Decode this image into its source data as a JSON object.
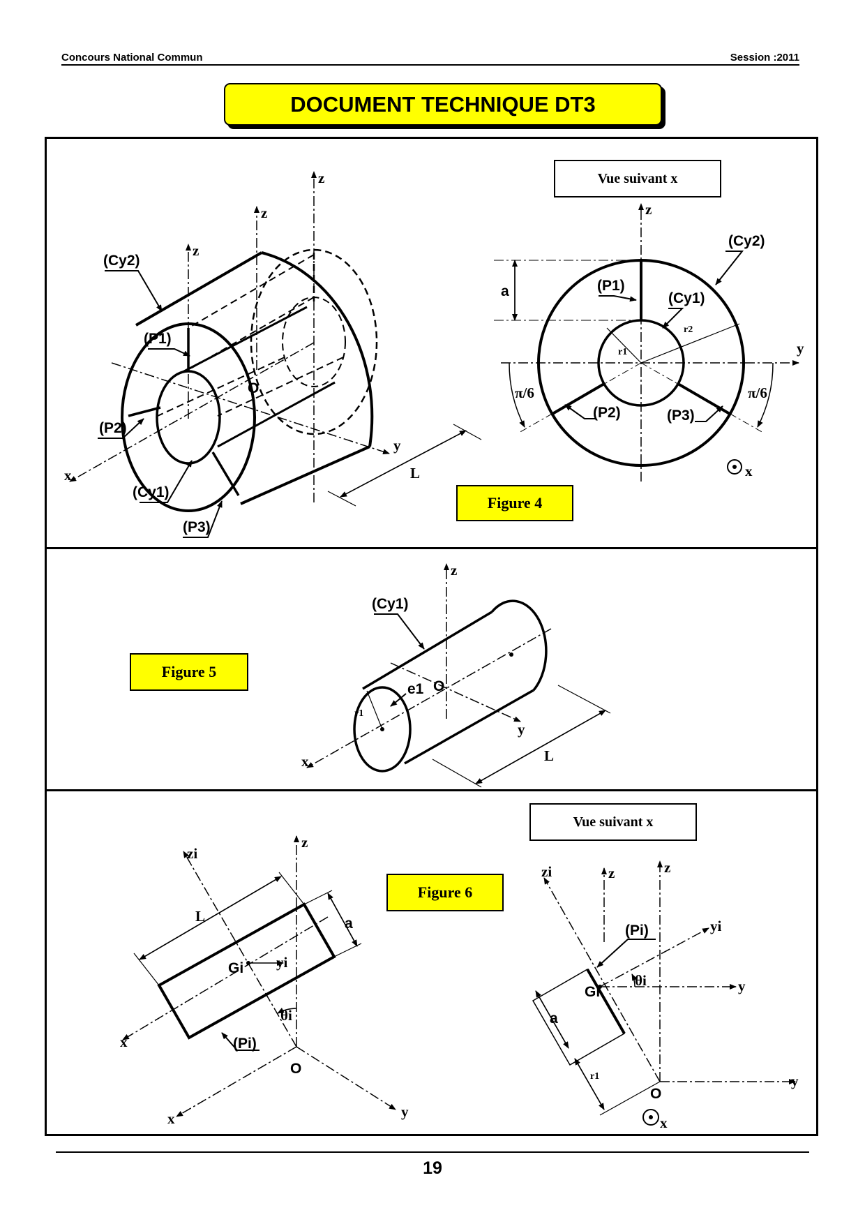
{
  "header": {
    "left": "Concours National Commun",
    "right": "Session :2011"
  },
  "title": "DOCUMENT TECHNIQUE DT3",
  "page_number": "19",
  "figure4": {
    "tag": "Figure 4",
    "view_label": "Vue suivant  x",
    "labels": {
      "cy2": "(Cy2)",
      "cy1": "(Cy1)",
      "p1": "(P1)",
      "p2": "(P2)",
      "p3": "(P3)",
      "o": "O",
      "L": "L",
      "a": "a",
      "r1": "r1",
      "r2": "r2",
      "pi6": "π/6",
      "x": "x",
      "y": "y",
      "z": "z"
    }
  },
  "figure5": {
    "tag": "Figure 5",
    "labels": {
      "cy1": "(Cy1)",
      "e1": "e1",
      "o": "O",
      "r1": "r1",
      "L": "L",
      "x": "x",
      "y": "y",
      "z": "z"
    }
  },
  "figure6": {
    "tag": "Figure 6",
    "view_label": "Vue suivant  x",
    "labels": {
      "zi": "zi",
      "z": "z",
      "x": "x",
      "y": "y",
      "yi": "yi",
      "L": "L",
      "a": "a",
      "gi": "Gi",
      "thetai": "θi",
      "pi": "(Pi)",
      "o": "O",
      "r1": "r1"
    }
  }
}
